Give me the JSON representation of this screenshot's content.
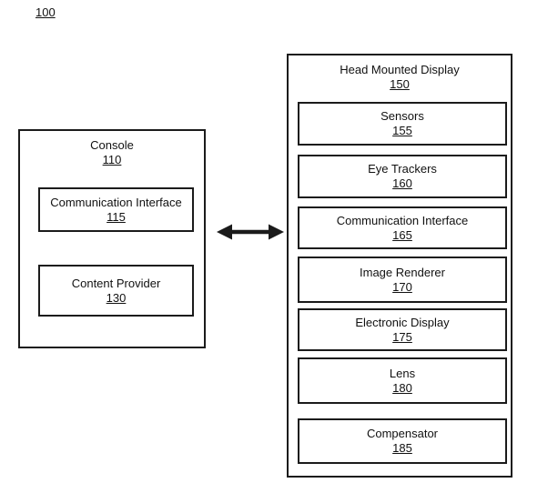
{
  "figure_label": "100",
  "console": {
    "title": "Console",
    "ref": "110",
    "children": [
      {
        "title": "Communication Interface",
        "ref": "115"
      },
      {
        "title": "Content Provider",
        "ref": "130"
      }
    ]
  },
  "hmd": {
    "title": "Head Mounted Display",
    "ref": "150",
    "children": [
      {
        "title": "Sensors",
        "ref": "155"
      },
      {
        "title": "Eye Trackers",
        "ref": "160"
      },
      {
        "title": "Communication Interface",
        "ref": "165"
      },
      {
        "title": "Image Renderer",
        "ref": "170"
      },
      {
        "title": "Electronic Display",
        "ref": "175"
      },
      {
        "title": "Lens",
        "ref": "180"
      },
      {
        "title": "Compensator",
        "ref": "185"
      }
    ]
  },
  "connector": {
    "type": "bidirectional-arrow"
  },
  "colors": {
    "line": "#1b1b1b",
    "background": "#ffffff",
    "text": "#111111"
  }
}
